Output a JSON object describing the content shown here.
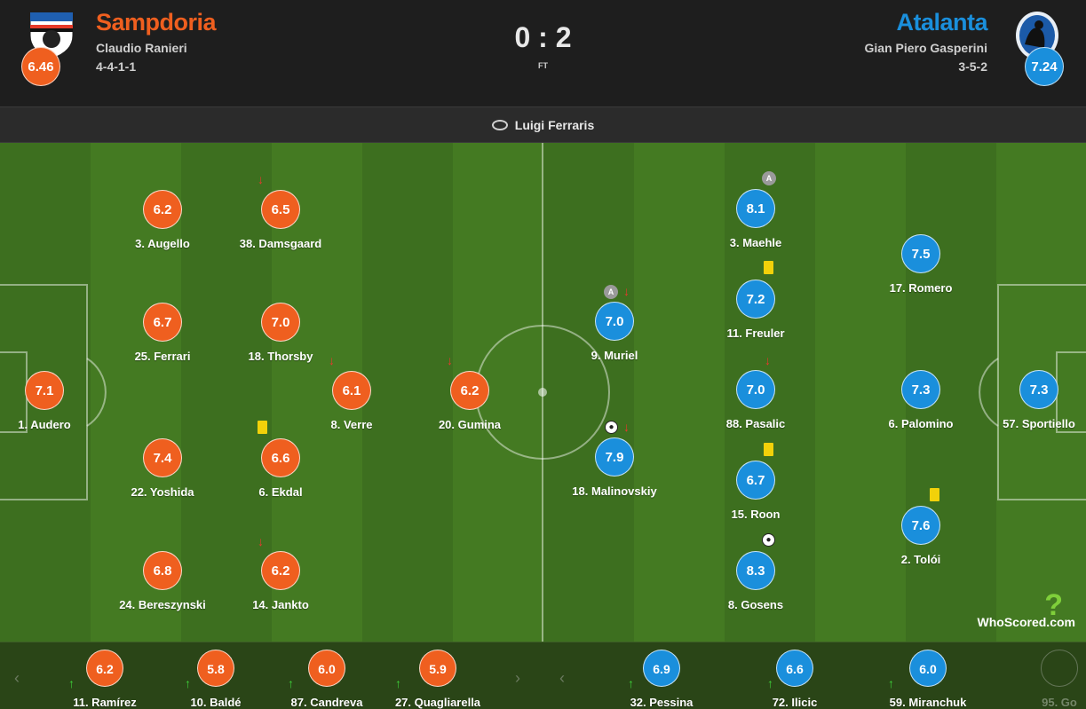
{
  "match": {
    "home": {
      "name": "Sampdoria",
      "coach": "Claudio Ranieri",
      "formation": "4-4-1-1",
      "rating": "6.46",
      "color": "#ef5f1f"
    },
    "away": {
      "name": "Atalanta",
      "coach": "Gian Piero Gasperini",
      "formation": "3-5-2",
      "rating": "7.24",
      "color": "#1a8fdc"
    },
    "score": "0 : 2",
    "status": "FT",
    "venue": "Luigi Ferraris"
  },
  "home_players": [
    {
      "rating": "7.1",
      "name": "1. Audero"
    },
    {
      "rating": "6.2",
      "name": "3. Augello"
    },
    {
      "rating": "6.7",
      "name": "25. Ferrari"
    },
    {
      "rating": "7.4",
      "name": "22. Yoshida"
    },
    {
      "rating": "6.8",
      "name": "24. Bereszynski"
    },
    {
      "rating": "6.5",
      "name": "38. Damsgaard"
    },
    {
      "rating": "7.0",
      "name": "18. Thorsby"
    },
    {
      "rating": "6.6",
      "name": "6. Ekdal"
    },
    {
      "rating": "6.2",
      "name": "14. Jankto"
    },
    {
      "rating": "6.1",
      "name": "8. Verre"
    },
    {
      "rating": "6.2",
      "name": "20. Gumina"
    }
  ],
  "away_players": [
    {
      "rating": "7.3",
      "name": "57. Sportiello"
    },
    {
      "rating": "7.5",
      "name": "17. Romero"
    },
    {
      "rating": "7.3",
      "name": "6. Palomino"
    },
    {
      "rating": "7.6",
      "name": "2. Tolói"
    },
    {
      "rating": "8.1",
      "name": "3. Maehle"
    },
    {
      "rating": "7.2",
      "name": "11. Freuler"
    },
    {
      "rating": "7.0",
      "name": "88. Pasalic"
    },
    {
      "rating": "6.7",
      "name": "15. Roon"
    },
    {
      "rating": "8.3",
      "name": "8. Gosens"
    },
    {
      "rating": "7.0",
      "name": "9. Muriel"
    },
    {
      "rating": "7.9",
      "name": "18. Malinovskiy"
    }
  ],
  "captain_label": "A",
  "home_subs": [
    {
      "rating": "6.2",
      "name": "11. Ramírez"
    },
    {
      "rating": "5.8",
      "name": "10. Baldé"
    },
    {
      "rating": "6.0",
      "name": "87. Candreva"
    },
    {
      "rating": "5.9",
      "name": "27. Quagliarella"
    }
  ],
  "away_subs": [
    {
      "rating": "6.9",
      "name": "32. Pessina"
    },
    {
      "rating": "6.6",
      "name": "72. Ilicic"
    },
    {
      "rating": "6.0",
      "name": "59. Miranchuk"
    },
    {
      "rating": "",
      "name": "95. Go"
    }
  ],
  "branding": {
    "logo_text": "WhoScored.com",
    "logo_mark": "?"
  },
  "icons": {
    "sub_off": "arrow-down-icon",
    "sub_on": "arrow-up-icon",
    "yellow_card": "yellow-card-icon",
    "goal": "ball-icon",
    "captain": "captain-icon",
    "nav_prev": "chevron-left-icon",
    "nav_next": "chevron-right-icon"
  }
}
